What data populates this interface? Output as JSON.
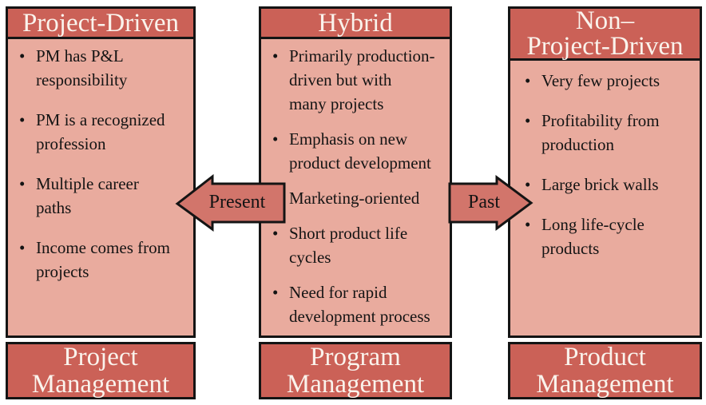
{
  "diagram": {
    "columns": [
      {
        "header": "Project-Driven",
        "bullets": [
          "PM has P&L\nresponsibility",
          "PM is a recognized\nprofession",
          "Multiple career\npaths",
          "Income comes from\nprojects"
        ],
        "footer": "Project\nManagement"
      },
      {
        "header": "Hybrid",
        "bullets": [
          "Primarily production-\ndriven but with\nmany projects",
          "Emphasis on new\nproduct development",
          "Marketing-oriented",
          "Short product life\ncycles",
          "Need for rapid\ndevelopment process"
        ],
        "footer": "Program\nManagement"
      },
      {
        "header": "Non–\nProject-Driven",
        "bullets": [
          "Very few projects",
          "Profitability from\nproduction",
          "Large brick walls",
          "Long life-cycle\nproducts"
        ],
        "footer": "Product\nManagement"
      }
    ],
    "arrows": [
      {
        "label": "Present",
        "direction": "left"
      },
      {
        "label": "Past",
        "direction": "right"
      }
    ],
    "colors": {
      "header_fill": "#cb6157",
      "body_fill": "#e9ab9e",
      "arrow_fill": "#d2756b",
      "border": "#141414",
      "header_text": "#faf3ec",
      "body_text": "#141414"
    }
  }
}
